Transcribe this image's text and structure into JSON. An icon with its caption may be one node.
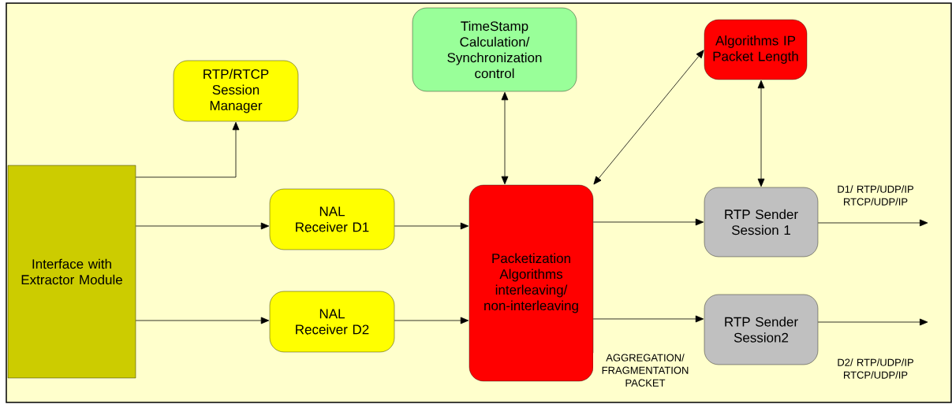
{
  "diagram": {
    "nodes": [
      {
        "text": [
          "Interface with Extractor Module"
        ]
      },
      {
        "text": [
          "RTP/RTCP Session Manager"
        ]
      },
      {
        "text": [
          "TimeStamp Calculation/ Synchronization control"
        ]
      },
      {
        "text": [
          "Algorithms IP Packet Length"
        ]
      },
      {
        "text": [
          "NAL Receiver D1"
        ]
      },
      {
        "text": [
          "NAL Receiver D2"
        ]
      },
      {
        "text": [
          "Packetization Algorithms interleaving/ non-interleaving"
        ]
      },
      {
        "text": [
          "RTP Sender Session 1"
        ]
      },
      {
        "text": [
          "RTP Sender Session2"
        ]
      }
    ],
    "edges": [
      {
        "from": 0,
        "to": 1,
        "arrow": "to"
      },
      {
        "from": 0,
        "to": 4,
        "arrow": "to"
      },
      {
        "from": 0,
        "to": 5,
        "arrow": "to"
      },
      {
        "from": 4,
        "to": 6,
        "arrow": "to"
      },
      {
        "from": 5,
        "to": 6,
        "arrow": "to"
      },
      {
        "from": 2,
        "to": 6,
        "arrow": "both"
      },
      {
        "from": 3,
        "to": 6,
        "arrow": "both"
      },
      {
        "from": 3,
        "to": 7,
        "arrow": "both"
      },
      {
        "from": 6,
        "to": 7,
        "arrow": "to"
      },
      {
        "from": 6,
        "to": 8,
        "arrow": "to",
        "label": "AGGREGATION/ FRAGMENTATION PACKET"
      },
      {
        "from": 7,
        "to": null,
        "arrow": "to",
        "label": "D1/ RTP/UDP/IP RTCP/UDP/IP"
      },
      {
        "from": 8,
        "to": null,
        "arrow": "to",
        "label": "D2/ RTP/UDP/IP RTCP/UDP/IP"
      }
    ]
  }
}
